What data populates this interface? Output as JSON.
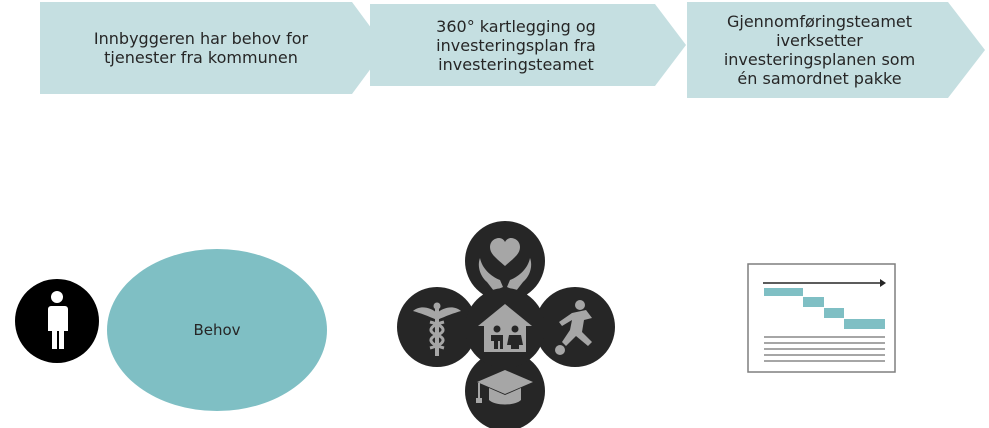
{
  "process": {
    "steps": [
      {
        "label": "Innbyggeren har behov for\ntjenester fra kommunen"
      },
      {
        "label": "360° kartlegging og\ninvesteringsplan fra\ninvesteringsteamet"
      },
      {
        "label": "Gjennomføringsteamet\niverksetter\ninvesteringsplanen som\nén samordnet pakke"
      }
    ],
    "fill_color": "#c5dfe1"
  },
  "citizen": {
    "need_label": "Behov",
    "need_color": "#7fbfc4",
    "person_icon": "person-icon"
  },
  "services": {
    "icons": [
      "care-hands-heart-icon",
      "medical-caduceus-icon",
      "family-home-icon",
      "sports-football-icon",
      "education-graduation-cap-icon"
    ],
    "circle_color": "#262626",
    "icon_color": "#a6a6a6"
  },
  "plan": {
    "icon": "gantt-plan-icon",
    "bar_color": "#7fbfc4"
  }
}
